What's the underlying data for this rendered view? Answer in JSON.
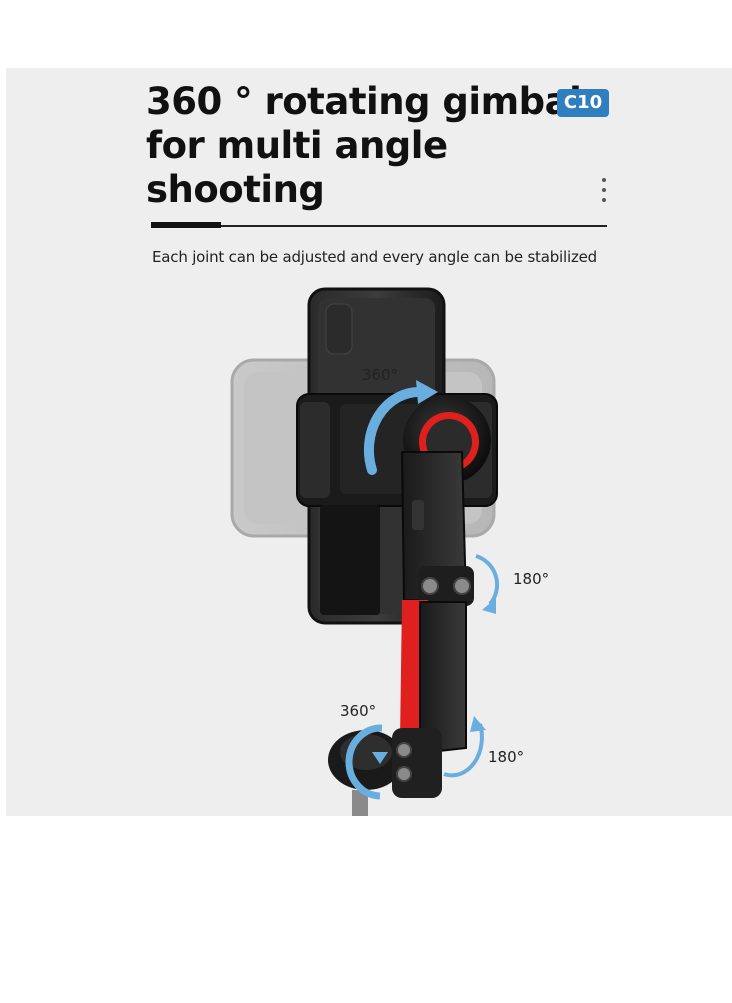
{
  "header": {
    "title_lines": [
      "360 ° rotating gimbal",
      "for multi angle",
      "shooting"
    ],
    "badge": "C10",
    "subtitle": "Each joint can be adjusted and every angle can be stabilized"
  },
  "angles": {
    "top_rotation": "360°",
    "middle_joint": "180°",
    "bottom_rotation": "360°",
    "bottom_joint": "180°"
  },
  "colors": {
    "badge": "#2f7fc0",
    "accent_red": "#e01f1f",
    "arrow_blue": "#6aaee0",
    "panel": "#eeeeee"
  }
}
